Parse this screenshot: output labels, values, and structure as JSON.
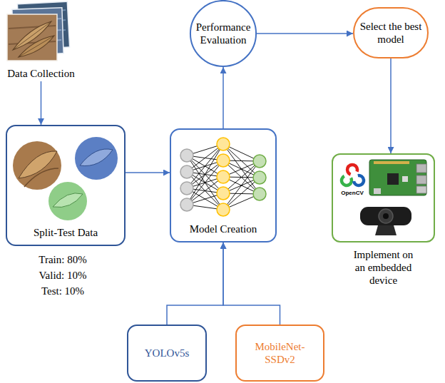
{
  "diagram": {
    "nodes": [
      {
        "text": [
          "Data Collection"
        ]
      },
      {
        "text": [
          "Performance Evaluation"
        ]
      },
      {
        "text": [
          "Select the best model"
        ]
      },
      {
        "text": [
          "Split-Test Data"
        ]
      },
      {
        "text": [
          "Model Creation"
        ]
      },
      {
        "text": [
          "Implement on an embedded device"
        ]
      },
      {
        "text": [
          "YOLOv5s"
        ]
      },
      {
        "text": [
          "MobileNet-SSDv2"
        ]
      }
    ],
    "edges": [
      {
        "from": 0,
        "to": 3,
        "arrow": "to"
      },
      {
        "from": 3,
        "to": 4,
        "arrow": "to"
      },
      {
        "from": 4,
        "to": 1,
        "arrow": "to"
      },
      {
        "from": 1,
        "to": 2,
        "arrow": "to"
      },
      {
        "from": 2,
        "to": 5,
        "arrow": "to"
      },
      {
        "from": 6,
        "to": 4,
        "arrow": "to"
      },
      {
        "from": 7,
        "to": 4,
        "arrow": "to"
      }
    ],
    "labels": [
      "Train: 80%",
      "Valid: 10%",
      "Test: 10%",
      "OpenCV"
    ]
  }
}
